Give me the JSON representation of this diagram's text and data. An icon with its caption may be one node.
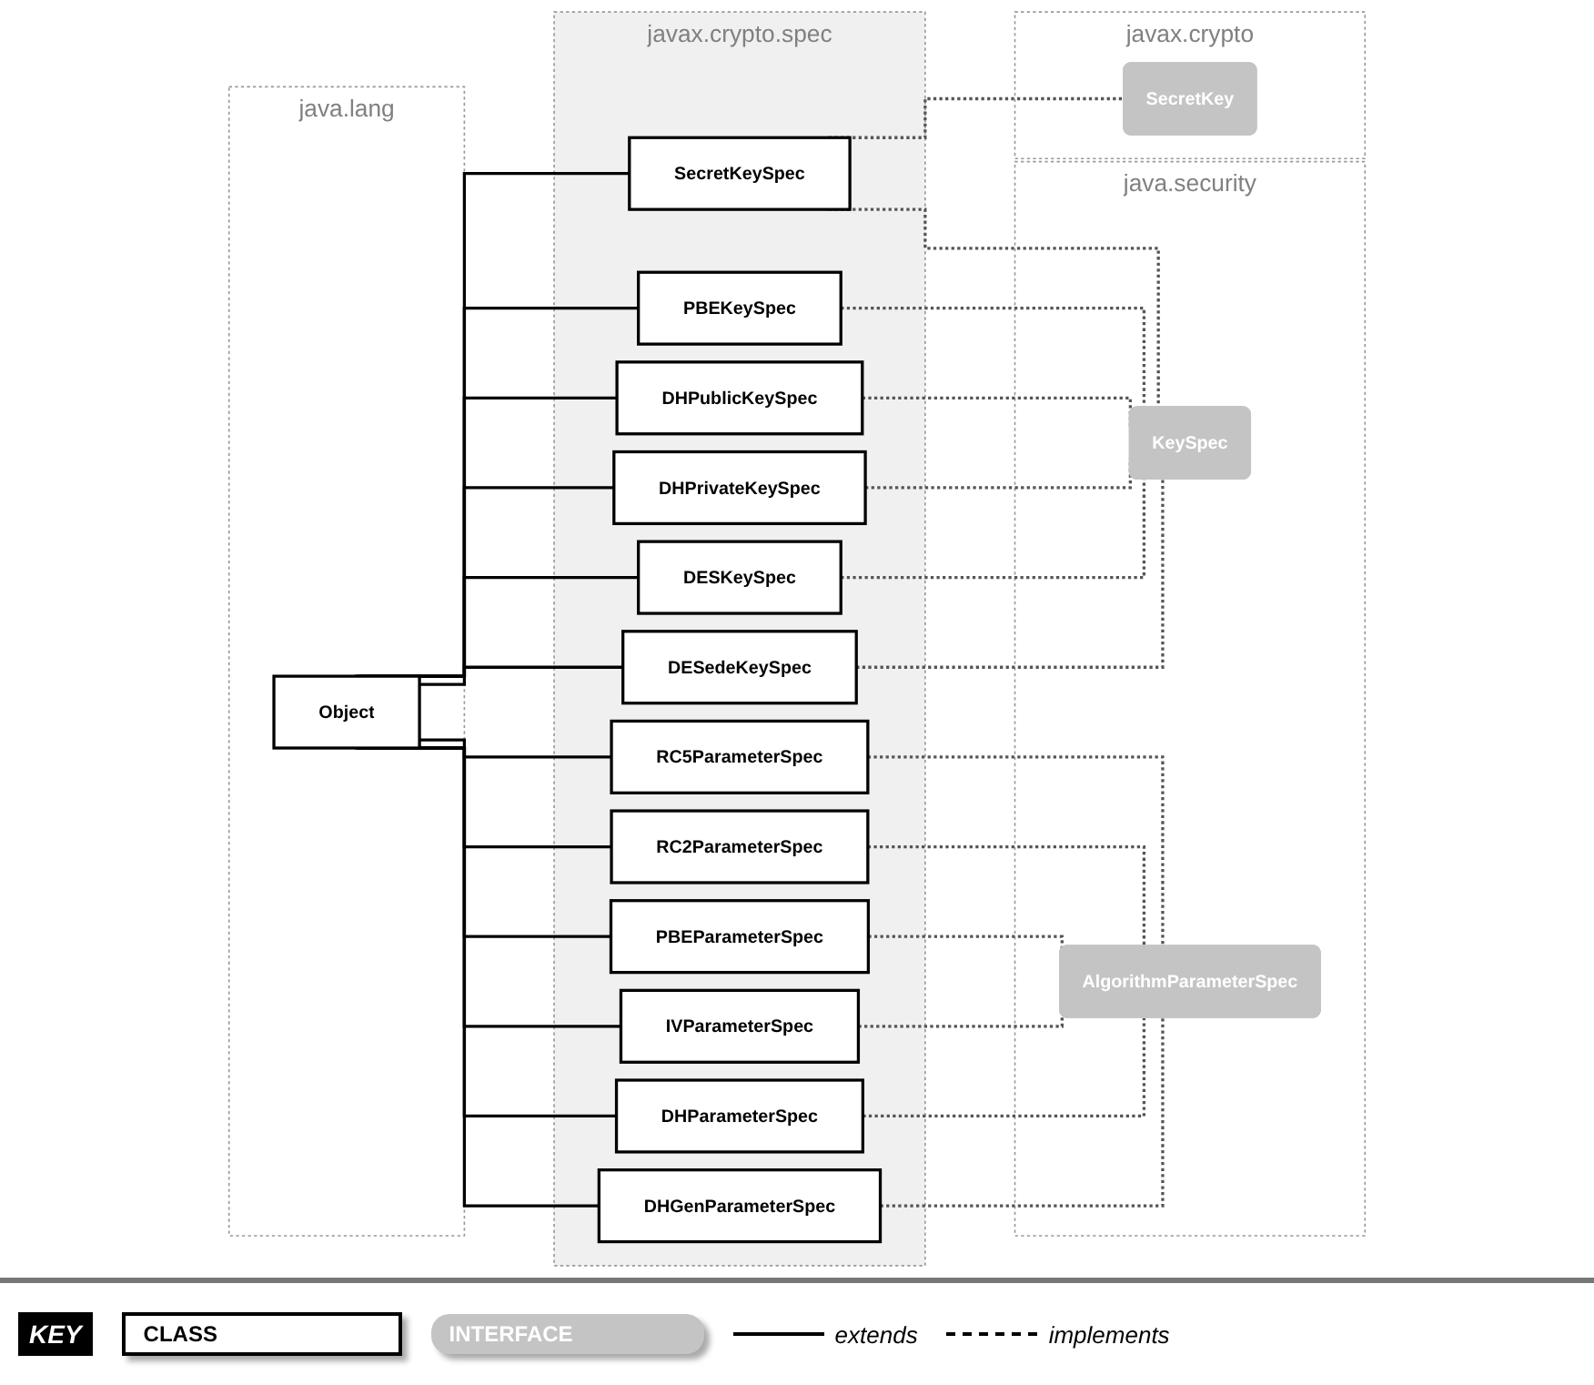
{
  "diagram": {
    "nodes": [
      {
        "text": [
          "java.lang"
        ]
      },
      {
        "text": [
          "Object"
        ],
        "in": 0
      },
      {
        "text": [
          "javax.crypto.spec"
        ]
      },
      {
        "text": [
          "DESedeKeySpec"
        ],
        "in": 2
      },
      {
        "text": [
          "DESKeySpec"
        ],
        "in": 2
      },
      {
        "text": [
          "DHPrivateKeySpec"
        ],
        "in": 2
      },
      {
        "text": [
          "DHPublicKeySpec"
        ],
        "in": 2
      },
      {
        "text": [
          "PBEKeySpec"
        ],
        "in": 2
      },
      {
        "text": [
          "SecretKeySpec"
        ],
        "in": 2
      },
      {
        "text": [
          "DHGenParameterSpec"
        ],
        "in": 2
      },
      {
        "text": [
          "DHParameterSpec"
        ],
        "in": 2
      },
      {
        "text": [
          "IVParameterSpec"
        ],
        "in": 2
      },
      {
        "text": [
          "PBEParameterSpec"
        ],
        "in": 2
      },
      {
        "text": [
          "RC2ParameterSpec"
        ],
        "in": 2
      },
      {
        "text": [
          "RC5ParameterSpec"
        ],
        "in": 2
      },
      {
        "text": [
          "java.security"
        ]
      },
      {
        "text": [
          "KeySpec"
        ],
        "in": 15
      },
      {
        "text": [
          "AlgorithmParameterSpec"
        ],
        "in": 15
      },
      {
        "text": [
          "javax.crypto"
        ]
      },
      {
        "text": [
          "SecretKey"
        ],
        "in": 18
      }
    ],
    "edges": [
      {
        "from": 1,
        "to": 3,
        "arrow": "none"
      },
      {
        "from": 1,
        "to": 4,
        "arrow": "none"
      },
      {
        "from": 1,
        "to": 5,
        "arrow": "none"
      },
      {
        "from": 1,
        "to": 6,
        "arrow": "none"
      },
      {
        "from": 1,
        "to": 7,
        "arrow": "none"
      },
      {
        "from": 1,
        "to": 8,
        "arrow": "none"
      },
      {
        "from": 1,
        "to": 9,
        "arrow": "none"
      },
      {
        "from": 1,
        "to": 10,
        "arrow": "none"
      },
      {
        "from": 1,
        "to": 11,
        "arrow": "none"
      },
      {
        "from": 1,
        "to": 12,
        "arrow": "none"
      },
      {
        "from": 1,
        "to": 13,
        "arrow": "none"
      },
      {
        "from": 1,
        "to": 14,
        "arrow": "none"
      },
      {
        "from": 3,
        "to": 16,
        "arrow": "none",
        "style": "dashed"
      },
      {
        "from": 4,
        "to": 16,
        "arrow": "none",
        "style": "dashed"
      },
      {
        "from": 5,
        "to": 16,
        "arrow": "none",
        "style": "dashed"
      },
      {
        "from": 6,
        "to": 16,
        "arrow": "none",
        "style": "dashed"
      },
      {
        "from": 7,
        "to": 16,
        "arrow": "none",
        "style": "dashed"
      },
      {
        "from": 8,
        "to": 16,
        "arrow": "none",
        "style": "dashed"
      },
      {
        "from": 8,
        "to": 19,
        "arrow": "none",
        "style": "dashed"
      },
      {
        "from": 9,
        "to": 17,
        "arrow": "none",
        "style": "dashed"
      },
      {
        "from": 10,
        "to": 17,
        "arrow": "none",
        "style": "dashed"
      },
      {
        "from": 11,
        "to": 17,
        "arrow": "none",
        "style": "dashed"
      },
      {
        "from": 12,
        "to": 17,
        "arrow": "none",
        "style": "dashed"
      },
      {
        "from": 13,
        "to": 17,
        "arrow": "none",
        "style": "dashed"
      },
      {
        "from": 14,
        "to": 17,
        "arrow": "none",
        "style": "dashed"
      }
    ],
    "labels": [
      "KEY"
    ],
    "legend": [
      {
        "text": "CLASS"
      },
      {
        "text": "INTERFACE"
      },
      {
        "text": "extends"
      },
      {
        "text": "implements"
      }
    ]
  }
}
